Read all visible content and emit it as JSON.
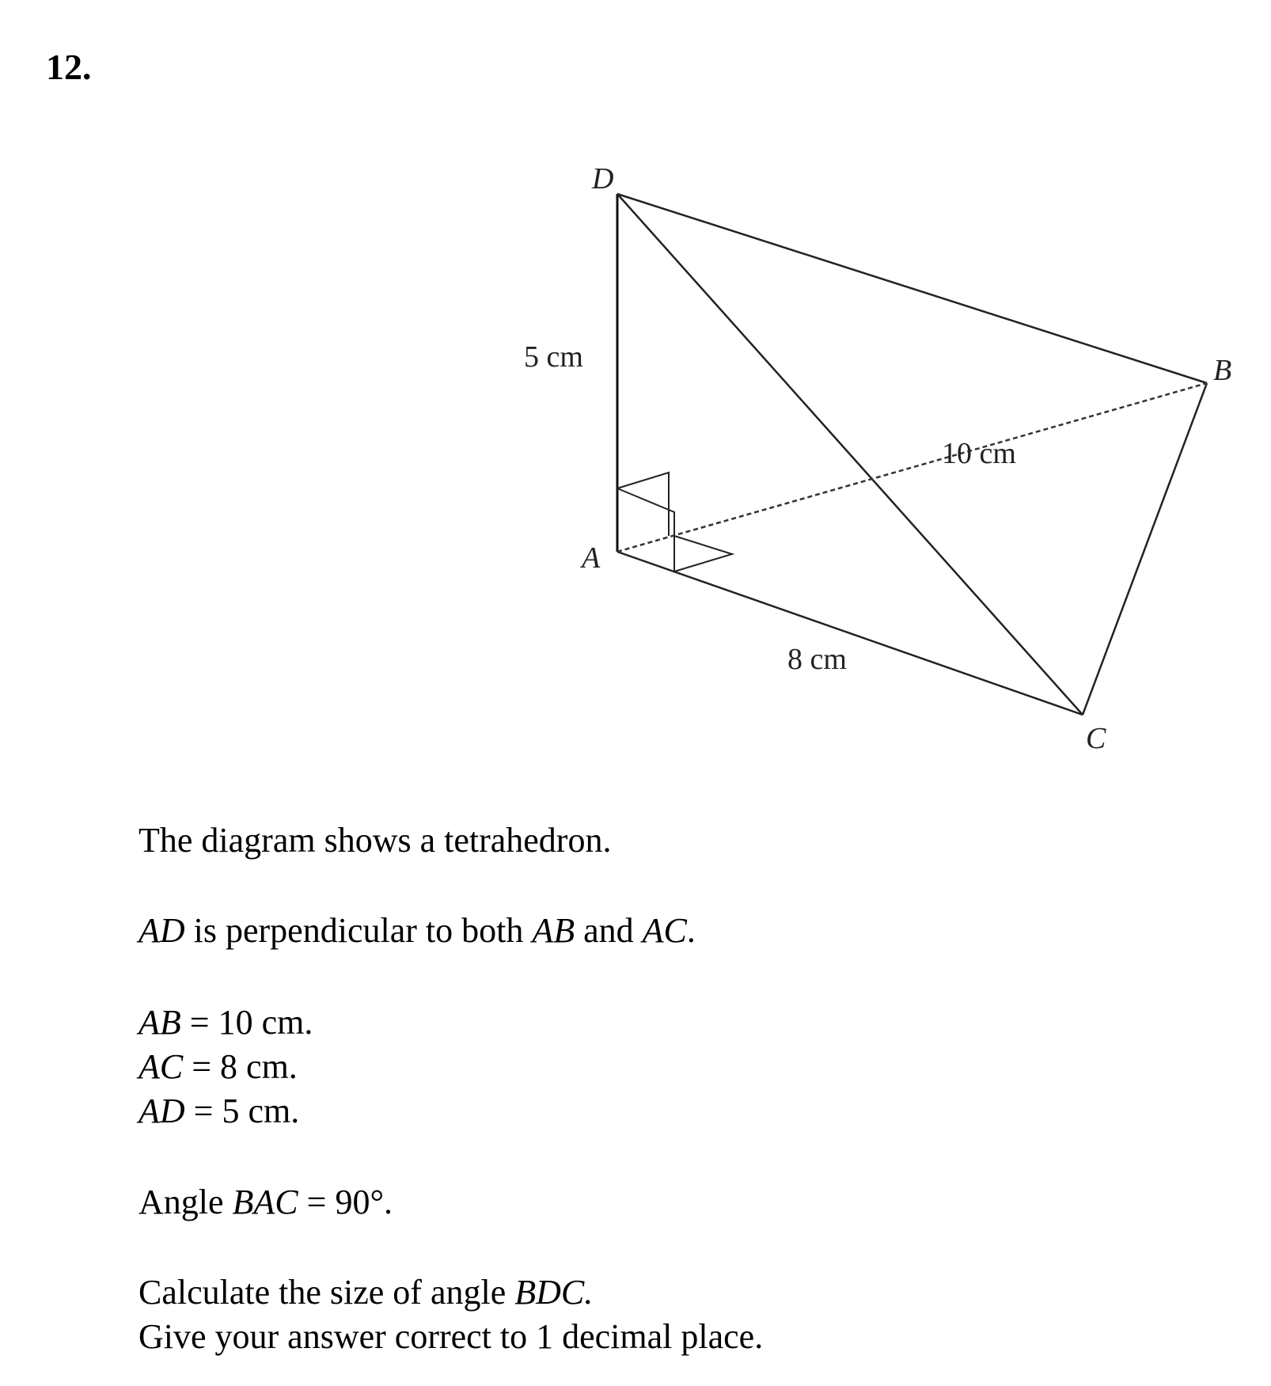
{
  "question_number": "12.",
  "diagram": {
    "vertices": {
      "D": "D",
      "B": "B",
      "A": "A",
      "C": "C"
    },
    "edge_labels": {
      "AD": "5 cm",
      "AB": "10 cm",
      "AC": "8 cm"
    }
  },
  "text": {
    "intro": "The diagram shows a tetrahedron.",
    "perp": {
      "seg1": "AD",
      "mid1": " is perpendicular to both ",
      "seg2": "AB",
      "mid2": " and ",
      "seg3": "AC",
      "end": "."
    },
    "lengths": [
      {
        "seg": "AB",
        "rest": " = 10 cm."
      },
      {
        "seg": "AC",
        "rest": " = 8 cm."
      },
      {
        "seg": "AD",
        "rest": " = 5 cm."
      }
    ],
    "angle": {
      "pre": "Angle ",
      "name": "BAC",
      "rest": " = 90°."
    },
    "task": {
      "pre": "Calculate the size of angle ",
      "name": "BDC",
      "end": ".",
      "line2": "Give your answer correct to 1 decimal place."
    }
  }
}
